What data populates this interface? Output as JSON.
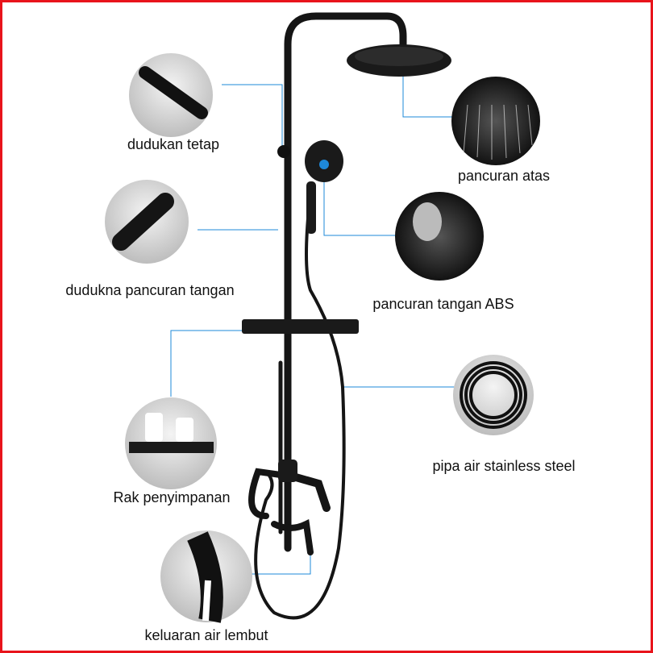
{
  "labels": {
    "fixed_seat": "dudukan tetap",
    "top_shower": "pancuran atas",
    "hand_shower_holder": "dudukna pancuran tangan",
    "abs_hand_shower": "pancuran tangan ABS",
    "hose": "pipa air stainless steel",
    "storage_rack": "Rak penyimpanan",
    "soft_outlet": "keluaran air lembut"
  },
  "colors": {
    "border": "#e8141b",
    "callout_line": "#1e88d8",
    "product": "#1a1a1a"
  }
}
